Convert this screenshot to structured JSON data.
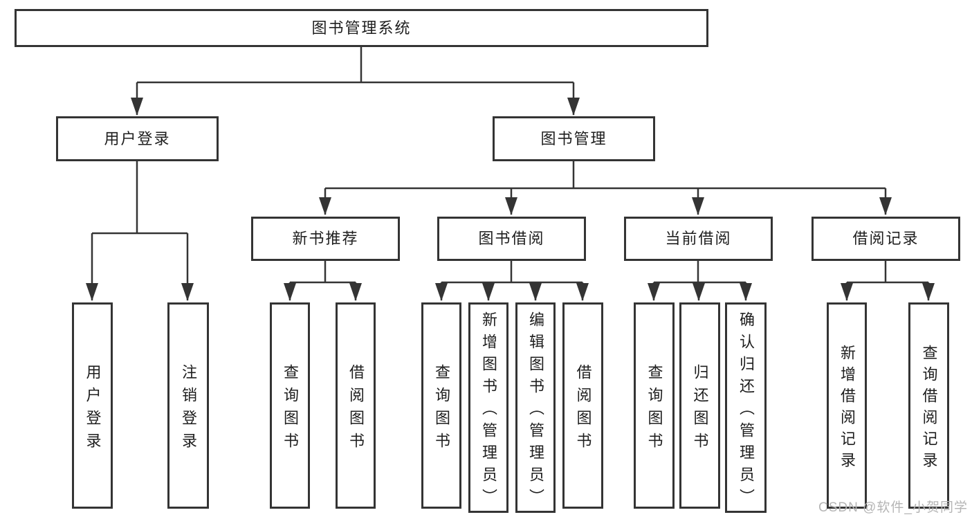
{
  "colors": {
    "line": "#343434",
    "box_border": "#343434",
    "text": "#1e1e1e",
    "watermark": "#b5b5b5",
    "background": "#ffffff"
  },
  "watermark": {
    "text": "CSDN @软件_小贺同学"
  },
  "tree": {
    "label": "图书管理系统",
    "children": [
      {
        "label": "用户登录",
        "children": [
          {
            "label": "用户登录"
          },
          {
            "label": "注销登录"
          }
        ]
      },
      {
        "label": "图书管理",
        "children": [
          {
            "label": "新书推荐",
            "children": [
              {
                "label": "查询图书"
              },
              {
                "label": "借阅图书"
              }
            ]
          },
          {
            "label": "图书借阅",
            "children": [
              {
                "label": "查询图书"
              },
              {
                "label": "新增图书（管理员）"
              },
              {
                "label": "编辑图书（管理员）"
              },
              {
                "label": "借阅图书"
              }
            ]
          },
          {
            "label": "当前借阅",
            "children": [
              {
                "label": "查询图书"
              },
              {
                "label": "归还图书"
              },
              {
                "label": "确认归还（管理员）"
              }
            ]
          },
          {
            "label": "借阅记录",
            "children": [
              {
                "label": "新增借阅记录"
              },
              {
                "label": "查询借阅记录"
              }
            ]
          }
        ]
      }
    ]
  }
}
